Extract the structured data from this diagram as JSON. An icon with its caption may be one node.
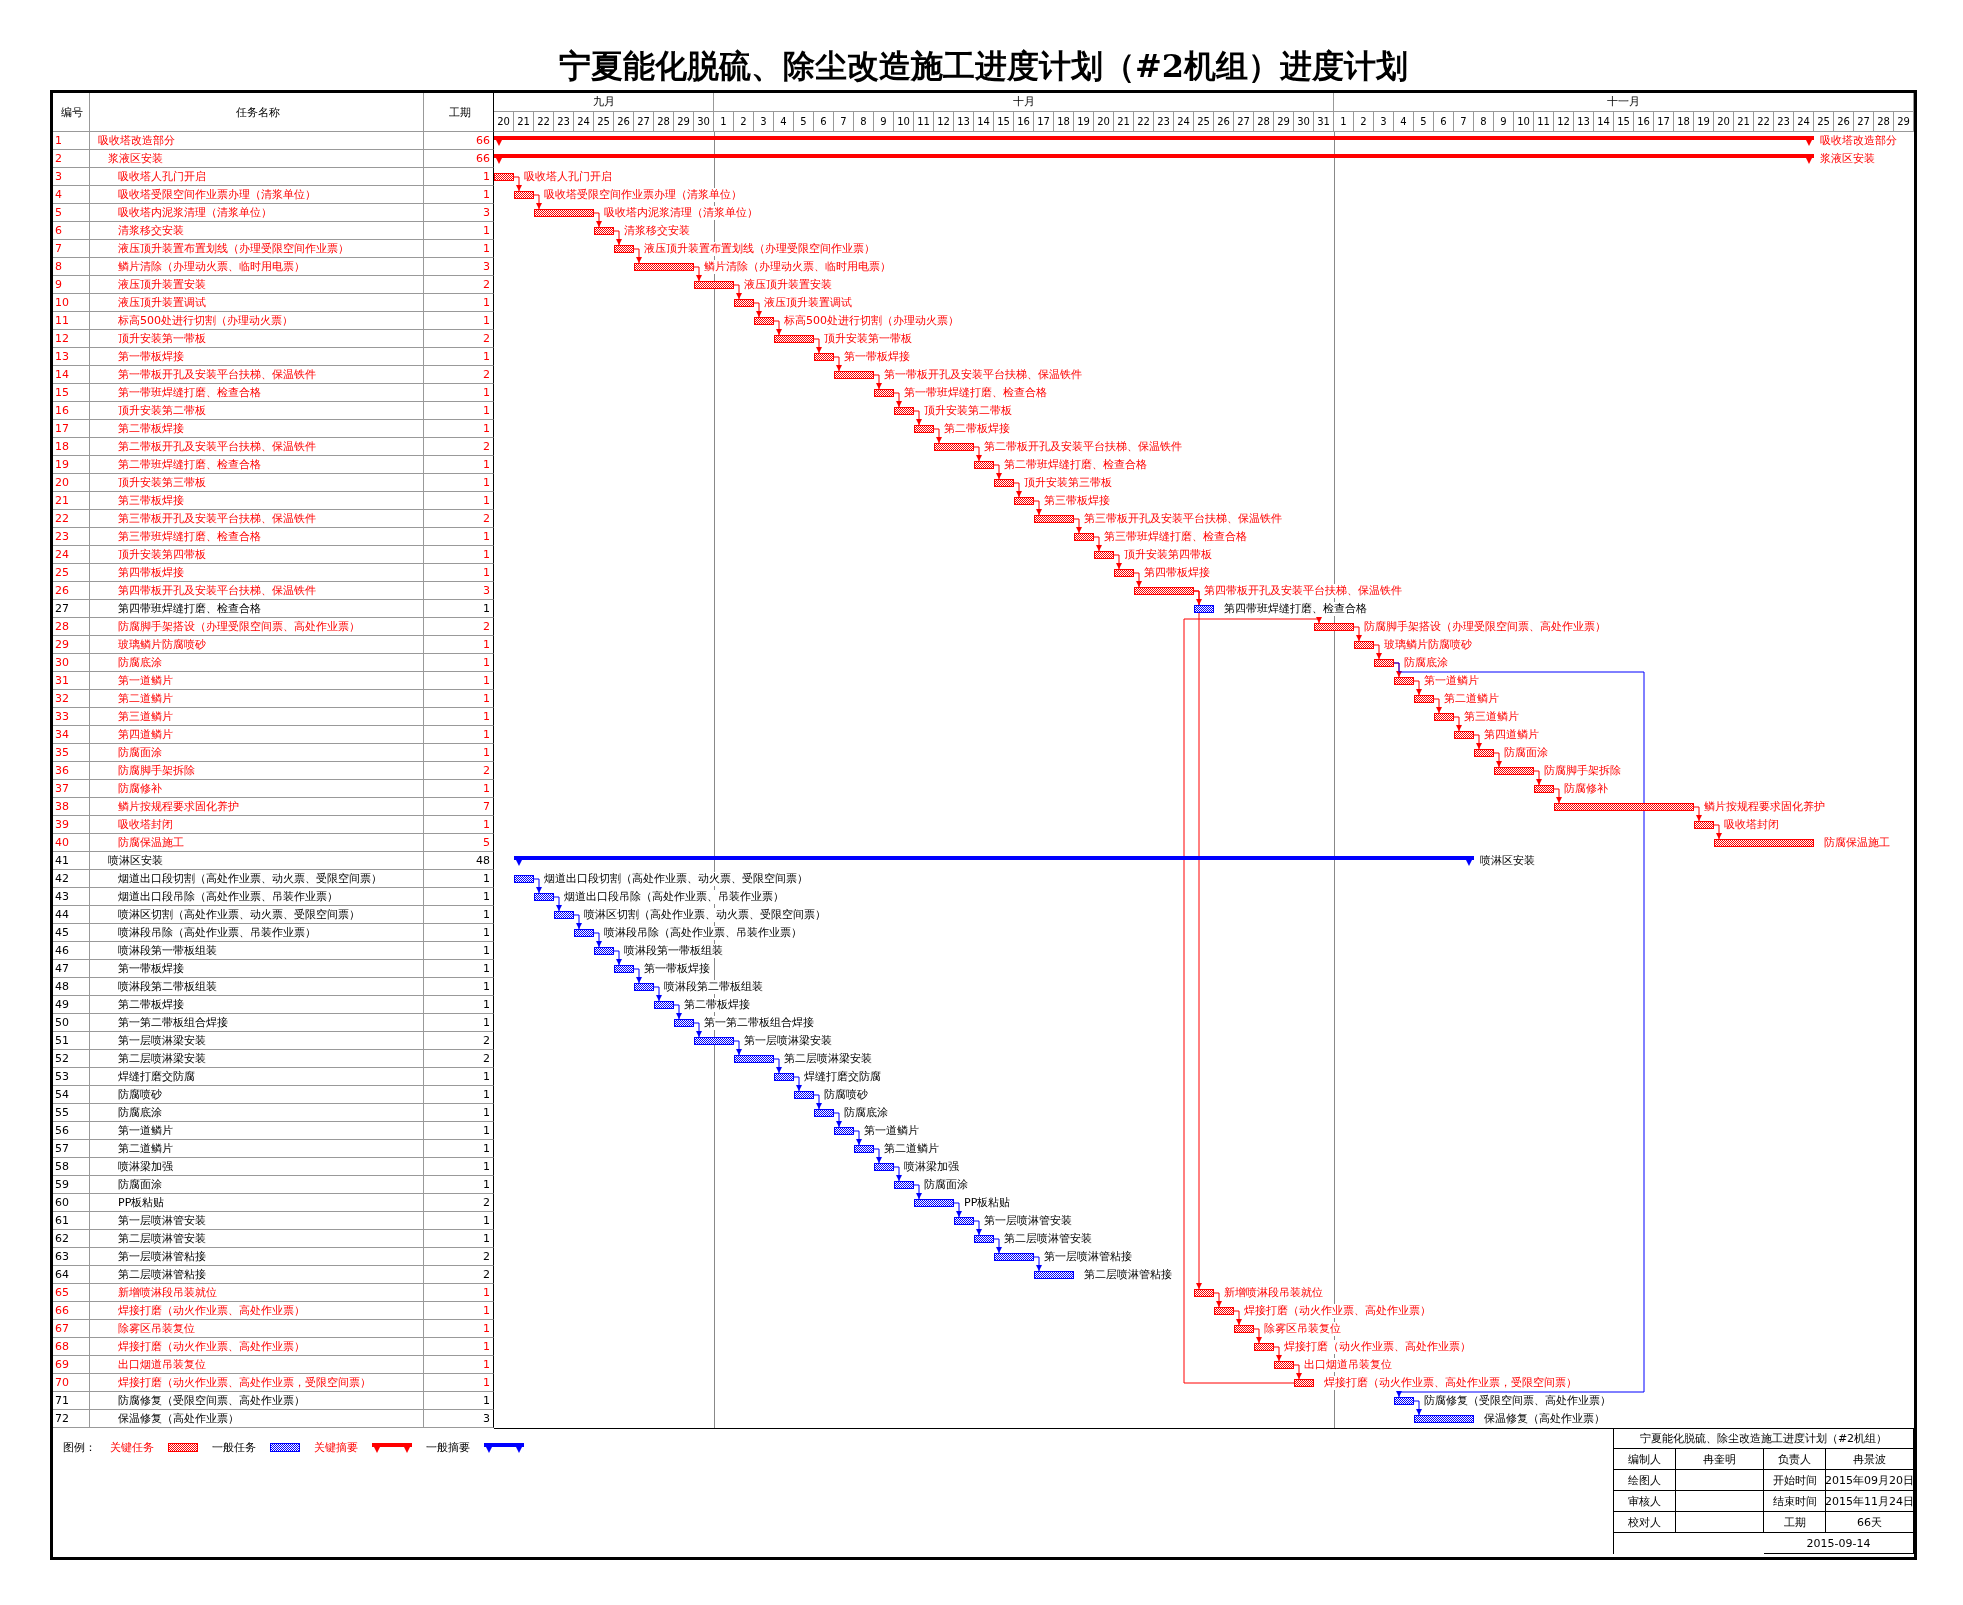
{
  "diagram": {
    "title": "宁夏能化脱硫、除尘改造施工进度计划（#2机组）进度计划",
    "nodes": [
      {
        "text": [],
        "shape": "bar",
        "beside": [
          "吸收塔改造部分"
        ]
      },
      {
        "text": [],
        "shape": "bar",
        "beside": [
          "浆液区安装"
        ]
      },
      {
        "text": [],
        "shape": "bar",
        "beside": [
          "吸收塔人孔门开启"
        ]
      },
      {
        "text": [],
        "shape": "bar",
        "beside": [
          "吸收塔受限空间作业票办理（清浆单位）"
        ]
      },
      {
        "text": [],
        "shape": "bar",
        "beside": [
          "吸收塔内泥浆清理（清浆单位）"
        ]
      },
      {
        "text": [],
        "shape": "bar",
        "beside": [
          "清浆移交安装"
        ]
      },
      {
        "text": [],
        "shape": "bar",
        "beside": [
          "液压顶升装置布置划线（办理受限空间作业票）"
        ]
      },
      {
        "text": [],
        "shape": "bar",
        "beside": [
          "鳞片清除（办理动火票、临时用电票）"
        ]
      },
      {
        "text": [],
        "shape": "bar",
        "beside": [
          "液压顶升装置安装"
        ]
      },
      {
        "text": [],
        "shape": "bar",
        "beside": [
          "液压顶升装置调试"
        ]
      },
      {
        "text": [],
        "shape": "bar",
        "beside": [
          "标高500处进行切割（办理动火票）"
        ]
      },
      {
        "text": [],
        "shape": "bar",
        "beside": [
          "顶升安装第一带板"
        ]
      },
      {
        "text": [],
        "shape": "bar",
        "beside": [
          "第一带板焊接"
        ]
      },
      {
        "text": [],
        "shape": "bar",
        "beside": [
          "第一带板开孔及安装平台扶梯、保温铁件"
        ]
      },
      {
        "text": [],
        "shape": "bar",
        "beside": [
          "第一带班焊缝打磨、检查合格"
        ]
      },
      {
        "text": [],
        "shape": "bar",
        "beside": [
          "顶升安装第二带板"
        ]
      },
      {
        "text": [],
        "shape": "bar",
        "beside": [
          "第二带板焊接"
        ]
      },
      {
        "text": [],
        "shape": "bar",
        "beside": [
          "第二带板开孔及安装平台扶梯、保温铁件"
        ]
      },
      {
        "text": [],
        "shape": "bar",
        "beside": [
          "第二带班焊缝打磨、检查合格"
        ]
      },
      {
        "text": [],
        "shape": "bar",
        "beside": [
          "顶升安装第三带板"
        ]
      },
      {
        "text": [],
        "shape": "bar",
        "beside": [
          "第三带板焊接"
        ]
      },
      {
        "text": [],
        "shape": "bar",
        "beside": [
          "第三带板开孔及安装平台扶梯、保温铁件"
        ]
      },
      {
        "text": [],
        "shape": "bar",
        "beside": [
          "第三带班焊缝打磨、检查合格"
        ]
      },
      {
        "text": [],
        "shape": "bar",
        "beside": [
          "顶升安装第四带板"
        ]
      },
      {
        "text": [],
        "shape": "bar",
        "beside": [
          "第四带板焊接"
        ]
      },
      {
        "text": [],
        "shape": "bar",
        "beside": [
          "第四带板开孔及安装平台扶梯、保温铁件"
        ]
      },
      {
        "text": [],
        "shape": "bar",
        "beside": [
          "第四带班焊缝打磨、检查合格"
        ]
      },
      {
        "text": [],
        "shape": "bar",
        "beside": [
          "防腐脚手架搭设（办理受限空间票、高处作业票）"
        ]
      },
      {
        "text": [],
        "shape": "bar",
        "beside": [
          "玻璃鳞片防腐喷砂"
        ]
      },
      {
        "text": [],
        "shape": "bar",
        "beside": [
          "防腐底涂"
        ]
      },
      {
        "text": [],
        "shape": "bar",
        "beside": [
          "第一道鳞片"
        ]
      },
      {
        "text": [],
        "shape": "bar",
        "beside": [
          "第二道鳞片"
        ]
      },
      {
        "text": [],
        "shape": "bar",
        "beside": [
          "第三道鳞片"
        ]
      },
      {
        "text": [],
        "shape": "bar",
        "beside": [
          "第四道鳞片"
        ]
      },
      {
        "text": [],
        "shape": "bar",
        "beside": [
          "防腐面涂"
        ]
      },
      {
        "text": [],
        "shape": "bar",
        "beside": [
          "防腐脚手架拆除"
        ]
      },
      {
        "text": [],
        "shape": "bar",
        "beside": [
          "防腐修补"
        ]
      },
      {
        "text": [],
        "shape": "bar",
        "beside": [
          "鳞片按规程要求固化养护"
        ]
      },
      {
        "text": [],
        "shape": "bar",
        "beside": [
          "吸收塔封闭"
        ]
      },
      {
        "text": [],
        "shape": "bar",
        "beside": [
          "防腐保温施工"
        ]
      },
      {
        "text": [],
        "shape": "bar",
        "beside": [
          "喷淋区安装"
        ]
      },
      {
        "text": [],
        "shape": "bar",
        "beside": [
          "烟道出口段切割（高处作业票、动火票、受限空间票）"
        ]
      },
      {
        "text": [],
        "shape": "bar",
        "beside": [
          "烟道出口段吊除（高处作业票、吊装作业票）"
        ]
      },
      {
        "text": [],
        "shape": "bar",
        "beside": [
          "喷淋区切割（高处作业票、动火票、受限空间票）"
        ]
      },
      {
        "text": [],
        "shape": "bar",
        "beside": [
          "喷淋段吊除（高处作业票、吊装作业票）"
        ]
      },
      {
        "text": [],
        "shape": "bar",
        "beside": [
          "喷淋段第一带板组装"
        ]
      },
      {
        "text": [],
        "shape": "bar",
        "beside": [
          "第一带板焊接"
        ]
      },
      {
        "text": [],
        "shape": "bar",
        "beside": [
          "喷淋段第二带板组装"
        ]
      },
      {
        "text": [],
        "shape": "bar",
        "beside": [
          "第二带板焊接"
        ]
      },
      {
        "text": [],
        "shape": "bar",
        "beside": [
          "第一第二带板组合焊接"
        ]
      },
      {
        "text": [],
        "shape": "bar",
        "beside": [
          "第一层喷淋梁安装"
        ]
      },
      {
        "text": [],
        "shape": "bar",
        "beside": [
          "第二层喷淋梁安装"
        ]
      },
      {
        "text": [],
        "shape": "bar",
        "beside": [
          "焊缝打磨交防腐"
        ]
      },
      {
        "text": [],
        "shape": "bar",
        "beside": [
          "防腐喷砂"
        ]
      },
      {
        "text": [],
        "shape": "bar",
        "beside": [
          "防腐底涂"
        ]
      },
      {
        "text": [],
        "shape": "bar",
        "beside": [
          "第一道鳞片"
        ]
      },
      {
        "text": [],
        "shape": "bar",
        "beside": [
          "第二道鳞片"
        ]
      },
      {
        "text": [],
        "shape": "bar",
        "beside": [
          "喷淋梁加强"
        ]
      },
      {
        "text": [],
        "shape": "bar",
        "beside": [
          "防腐面涂"
        ]
      },
      {
        "text": [],
        "shape": "bar",
        "beside": [
          "PP板粘贴"
        ]
      },
      {
        "text": [],
        "shape": "bar",
        "beside": [
          "第一层喷淋管安装"
        ]
      },
      {
        "text": [],
        "shape": "bar",
        "beside": [
          "第二层喷淋管安装"
        ]
      },
      {
        "text": [],
        "shape": "bar",
        "beside": [
          "第一层喷淋管粘接"
        ]
      },
      {
        "text": [],
        "shape": "bar",
        "beside": [
          "第二层喷淋管粘接"
        ]
      },
      {
        "text": [],
        "shape": "bar",
        "beside": [
          "新增喷淋段吊装就位"
        ]
      },
      {
        "text": [],
        "shape": "bar",
        "beside": [
          "焊接打磨（动火作业票、高处作业票）"
        ]
      },
      {
        "text": [],
        "shape": "bar",
        "beside": [
          "除雾区吊装复位"
        ]
      },
      {
        "text": [],
        "shape": "bar",
        "beside": [
          "焊接打磨（动火作业票、高处作业票）"
        ]
      },
      {
        "text": [],
        "shape": "bar",
        "beside": [
          "出口烟道吊装复位"
        ]
      },
      {
        "text": [],
        "shape": "bar",
        "beside": [
          "焊接打磨（动火作业票、高处作业票，受限空间票）"
        ]
      },
      {
        "text": [],
        "shape": "bar",
        "beside": [
          "防腐修复（受限空间票、高处作业票）"
        ]
      },
      {
        "text": [],
        "shape": "bar",
        "beside": [
          "保温修复（高处作业票）"
        ]
      }
    ],
    "edges": [
      {
        "from": 2,
        "to": 3,
        "arrow": "to"
      },
      {
        "from": 3,
        "to": 4,
        "arrow": "to"
      },
      {
        "from": 4,
        "to": 5,
        "arrow": "to"
      },
      {
        "from": 5,
        "to": 6,
        "arrow": "to"
      },
      {
        "from": 6,
        "to": 7,
        "arrow": "to"
      },
      {
        "from": 7,
        "to": 8,
        "arrow": "to"
      },
      {
        "from": 8,
        "to": 9,
        "arrow": "to"
      },
      {
        "from": 9,
        "to": 10,
        "arrow": "to"
      },
      {
        "from": 10,
        "to": 11,
        "arrow": "to"
      },
      {
        "from": 11,
        "to": 12,
        "arrow": "to"
      },
      {
        "from": 12,
        "to": 13,
        "arrow": "to"
      },
      {
        "from": 13,
        "to": 14,
        "arrow": "to"
      },
      {
        "from": 14,
        "to": 15,
        "arrow": "to"
      },
      {
        "from": 15,
        "to": 16,
        "arrow": "to"
      },
      {
        "from": 16,
        "to": 17,
        "arrow": "to"
      },
      {
        "from": 17,
        "to": 18,
        "arrow": "to"
      },
      {
        "from": 18,
        "to": 19,
        "arrow": "to"
      },
      {
        "from": 19,
        "to": 20,
        "arrow": "to"
      },
      {
        "from": 20,
        "to": 21,
        "arrow": "to"
      },
      {
        "from": 21,
        "to": 22,
        "arrow": "to"
      },
      {
        "from": 22,
        "to": 23,
        "arrow": "to"
      },
      {
        "from": 23,
        "to": 24,
        "arrow": "to"
      },
      {
        "from": 24,
        "to": 25,
        "arrow": "to"
      },
      {
        "from": 25,
        "to": 26,
        "arrow": "to"
      },
      {
        "from": 25,
        "to": 64,
        "arrow": "to"
      },
      {
        "from": 27,
        "to": 28,
        "arrow": "to"
      },
      {
        "from": 28,
        "to": 29,
        "arrow": "to"
      },
      {
        "from": 29,
        "to": 30,
        "arrow": "to"
      },
      {
        "from": 30,
        "to": 31,
        "arrow": "to"
      },
      {
        "from": 31,
        "to": 32,
        "arrow": "to"
      },
      {
        "from": 32,
        "to": 33,
        "arrow": "to"
      },
      {
        "from": 33,
        "to": 34,
        "arrow": "to"
      },
      {
        "from": 34,
        "to": 35,
        "arrow": "to"
      },
      {
        "from": 35,
        "to": 36,
        "arrow": "to"
      },
      {
        "from": 36,
        "to": 37,
        "arrow": "to"
      },
      {
        "from": 37,
        "to": 38,
        "arrow": "to"
      },
      {
        "from": 38,
        "to": 39,
        "arrow": "to"
      },
      {
        "from": 41,
        "to": 42,
        "arrow": "to",
        "color": "#0000ff"
      },
      {
        "from": 42,
        "to": 43,
        "arrow": "to",
        "color": "#0000ff"
      },
      {
        "from": 43,
        "to": 44,
        "arrow": "to",
        "color": "#0000ff"
      },
      {
        "from": 44,
        "to": 45,
        "arrow": "to",
        "color": "#0000ff"
      },
      {
        "from": 45,
        "to": 46,
        "arrow": "to",
        "color": "#0000ff"
      },
      {
        "from": 46,
        "to": 47,
        "arrow": "to",
        "color": "#0000ff"
      },
      {
        "from": 47,
        "to": 48,
        "arrow": "to",
        "color": "#0000ff"
      },
      {
        "from": 48,
        "to": 49,
        "arrow": "to",
        "color": "#0000ff"
      },
      {
        "from": 49,
        "to": 50,
        "arrow": "to",
        "color": "#0000ff"
      },
      {
        "from": 50,
        "to": 51,
        "arrow": "to",
        "color": "#0000ff"
      },
      {
        "from": 51,
        "to": 52,
        "arrow": "to",
        "color": "#0000ff"
      },
      {
        "from": 52,
        "to": 53,
        "arrow": "to",
        "color": "#0000ff"
      },
      {
        "from": 53,
        "to": 54,
        "arrow": "to",
        "color": "#0000ff"
      },
      {
        "from": 54,
        "to": 55,
        "arrow": "to",
        "color": "#0000ff"
      },
      {
        "from": 55,
        "to": 56,
        "arrow": "to",
        "color": "#0000ff"
      },
      {
        "from": 56,
        "to": 57,
        "arrow": "to",
        "color": "#0000ff"
      },
      {
        "from": 57,
        "to": 58,
        "arrow": "to",
        "color": "#0000ff"
      },
      {
        "from": 58,
        "to": 59,
        "arrow": "to",
        "color": "#0000ff"
      },
      {
        "from": 59,
        "to": 60,
        "arrow": "to",
        "color": "#0000ff"
      },
      {
        "from": 60,
        "to": 61,
        "arrow": "to",
        "color": "#0000ff"
      },
      {
        "from": 61,
        "to": 62,
        "arrow": "to",
        "color": "#0000ff"
      },
      {
        "from": 62,
        "to": 63,
        "arrow": "to",
        "color": "#0000ff"
      },
      {
        "from": 64,
        "to": 65,
        "arrow": "to"
      },
      {
        "from": 65,
        "to": 66,
        "arrow": "to"
      },
      {
        "from": 66,
        "to": 67,
        "arrow": "to"
      },
      {
        "from": 67,
        "to": 68,
        "arrow": "to"
      },
      {
        "from": 68,
        "to": 69,
        "arrow": "to"
      },
      {
        "from": 69,
        "to": 27,
        "arrow": "to"
      },
      {
        "from": 29,
        "to": 70,
        "arrow": "to",
        "color": "#0000ff"
      },
      {
        "from": 70,
        "to": 71,
        "arrow": "to",
        "color": "#0000ff"
      }
    ],
    "labels": [
      "编号",
      "任务名称",
      "工期",
      "九月",
      "十月",
      "十一月",
      "20",
      "21",
      "22",
      "23",
      "24",
      "25",
      "26",
      "27",
      "28",
      "29",
      "30",
      "1",
      "2",
      "3",
      "4",
      "5",
      "6",
      "7",
      "8",
      "9",
      "10",
      "11",
      "12",
      "13",
      "14",
      "15",
      "16",
      "17",
      "18",
      "19",
      "20",
      "21",
      "22",
      "23",
      "24",
      "25",
      "26",
      "27",
      "28",
      "29",
      "30",
      "31",
      "1",
      "2",
      "3",
      "4",
      "5",
      "6",
      "7",
      "8",
      "9",
      "10",
      "11",
      "12",
      "13",
      "14",
      "15",
      "16",
      "17",
      "18",
      "19",
      "20",
      "21",
      "22",
      "23",
      "24",
      "25",
      "26",
      "27",
      "28",
      "29",
      "1",
      "吸收塔改造部分",
      "66",
      "2",
      "浆液区安装",
      "66",
      "3",
      "吸收塔人孔门开启",
      "1",
      "4",
      "吸收塔受限空间作业票办理（清浆单位）",
      "1",
      "5",
      "吸收塔内泥浆清理（清浆单位）",
      "3",
      "6",
      "清浆移交安装",
      "1",
      "7",
      "液压顶升装置布置划线（办理受限空间作业票）",
      "1",
      "8",
      "鳞片清除（办理动火票、临时用电票）",
      "3",
      "9",
      "液压顶升装置安装",
      "2",
      "10",
      "液压顶升装置调试",
      "1",
      "11",
      "标高500处进行切割（办理动火票）",
      "1",
      "12",
      "顶升安装第一带板",
      "2",
      "13",
      "第一带板焊接",
      "1",
      "14",
      "第一带板开孔及安装平台扶梯、保温铁件",
      "2",
      "15",
      "第一带班焊缝打磨、检查合格",
      "1",
      "16",
      "顶升安装第二带板",
      "1",
      "17",
      "第二带板焊接",
      "1",
      "18",
      "第二带板开孔及安装平台扶梯、保温铁件",
      "2",
      "19",
      "第二带班焊缝打磨、检查合格",
      "1",
      "20",
      "顶升安装第三带板",
      "1",
      "21",
      "第三带板焊接",
      "1",
      "22",
      "第三带板开孔及安装平台扶梯、保温铁件",
      "2",
      "23",
      "第三带班焊缝打磨、检查合格",
      "1",
      "24",
      "顶升安装第四带板",
      "1",
      "25",
      "第四带板焊接",
      "1",
      "26",
      "第四带板开孔及安装平台扶梯、保温铁件",
      "3",
      "27",
      "第四带班焊缝打磨、检查合格",
      "1",
      "28",
      "防腐脚手架搭设（办理受限空间票、高处作业票）",
      "2",
      "29",
      "玻璃鳞片防腐喷砂",
      "1",
      "30",
      "防腐底涂",
      "1",
      "31",
      "第一道鳞片",
      "1",
      "32",
      "第二道鳞片",
      "1",
      "33",
      "第三道鳞片",
      "1",
      "34",
      "第四道鳞片",
      "1",
      "35",
      "防腐面涂",
      "1",
      "36",
      "防腐脚手架拆除",
      "2",
      "37",
      "防腐修补",
      "1",
      "38",
      "鳞片按规程要求固化养护",
      "7",
      "39",
      "吸收塔封闭",
      "1",
      "40",
      "防腐保温施工",
      "5",
      "41",
      "喷淋区安装",
      "48",
      "42",
      "烟道出口段切割（高处作业票、动火票、受限空间票）",
      "1",
      "43",
      "烟道出口段吊除（高处作业票、吊装作业票）",
      "1",
      "44",
      "喷淋区切割（高处作业票、动火票、受限空间票）",
      "1",
      "45",
      "喷淋段吊除（高处作业票、吊装作业票）",
      "1",
      "46",
      "喷淋段第一带板组装",
      "1",
      "47",
      "第一带板焊接",
      "1",
      "48",
      "喷淋段第二带板组装",
      "1",
      "49",
      "第二带板焊接",
      "1",
      "50",
      "第一第二带板组合焊接",
      "1",
      "51",
      "第一层喷淋梁安装",
      "2",
      "52",
      "第二层喷淋梁安装",
      "2",
      "53",
      "焊缝打磨交防腐",
      "1",
      "54",
      "防腐喷砂",
      "1",
      "55",
      "防腐底涂",
      "1",
      "56",
      "第一道鳞片",
      "1",
      "57",
      "第二道鳞片",
      "1",
      "58",
      "喷淋梁加强",
      "1",
      "59",
      "防腐面涂",
      "1",
      "60",
      "PP板粘贴",
      "2",
      "61",
      "第一层喷淋管安装",
      "1",
      "62",
      "第二层喷淋管安装",
      "1",
      "63",
      "第一层喷淋管粘接",
      "2",
      "64",
      "第二层喷淋管粘接",
      "2",
      "65",
      "新增喷淋段吊装就位",
      "1",
      "66",
      "焊接打磨（动火作业票、高处作业票）",
      "1",
      "67",
      "除雾区吊装复位",
      "1",
      "68",
      "焊接打磨（动火作业票、高处作业票）",
      "1",
      "69",
      "出口烟道吊装复位",
      "1",
      "70",
      "焊接打磨（动火作业票、高处作业票，受限空间票）",
      "1",
      "71",
      "防腐修复（受限空间票、高处作业票）",
      "1",
      "72",
      "保温修复（高处作业票）",
      "3",
      "图例：",
      "宁夏能化脱硫、除尘改造施工进度计划（#2机组）",
      "编制人",
      "冉奎明",
      "负责人",
      "冉景波",
      "绘图人",
      "开始时间",
      "2015年09月20日",
      "审核人",
      "结束时间",
      "2015年11月24日",
      "校对人",
      "工期",
      "66天",
      "2015-09-14"
    ],
    "legend": [
      {
        "text": "关键任务",
        "color": "#ff0000"
      },
      {
        "text": "一般任务",
        "color": "#0000ff"
      },
      {
        "text": "关键摘要"
      },
      {
        "text": "一般摘要"
      }
    ]
  }
}
